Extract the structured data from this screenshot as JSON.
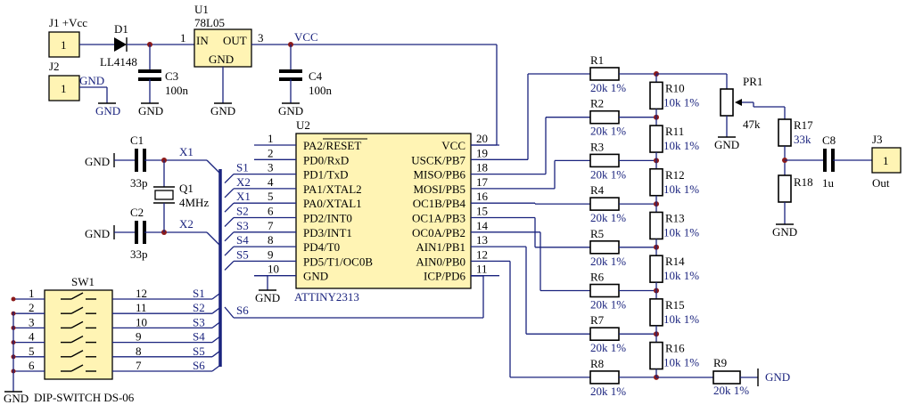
{
  "j1": {
    "ref": "J1 +Vcc",
    "pin": "1"
  },
  "j2": {
    "ref": "J2",
    "pin": "1",
    "net": "GND"
  },
  "d1": {
    "ref": "D1",
    "value": "LL4148"
  },
  "u1": {
    "ref": "U1",
    "value": "78L05",
    "in": "IN",
    "out": "OUT",
    "gnd": "GND",
    "pin_in": "1",
    "pin_out": "3"
  },
  "vcc_label": "VCC",
  "c3": {
    "ref": "C3",
    "value": "100n"
  },
  "c4": {
    "ref": "C4",
    "value": "100n"
  },
  "gnd": "GND",
  "u2": {
    "ref": "U2",
    "value": "ATTINY2313",
    "left_pins": [
      {
        "num": "1",
        "name": "PA2/RESET",
        "net": ""
      },
      {
        "num": "2",
        "name": "PD0/RxD",
        "net": ""
      },
      {
        "num": "3",
        "name": "PD1/TxD",
        "net": "S1"
      },
      {
        "num": "4",
        "name": "PA1/XTAL2",
        "net": "X2"
      },
      {
        "num": "5",
        "name": "PA0/XTAL1",
        "net": "X1"
      },
      {
        "num": "6",
        "name": "PD2/INT0",
        "net": "S2"
      },
      {
        "num": "7",
        "name": "PD3/INT1",
        "net": "S3"
      },
      {
        "num": "8",
        "name": "PD4/T0",
        "net": "S4"
      },
      {
        "num": "9",
        "name": "PD5/T1/OC0B",
        "net": "S5"
      },
      {
        "num": "10",
        "name": "GND",
        "net": ""
      }
    ],
    "right_pins": [
      {
        "num": "20",
        "name": "VCC"
      },
      {
        "num": "19",
        "name": "USCK/PB7"
      },
      {
        "num": "18",
        "name": "MISO/PB6"
      },
      {
        "num": "17",
        "name": "MOSI/PB5"
      },
      {
        "num": "16",
        "name": "OC1B/PB4"
      },
      {
        "num": "15",
        "name": "OC1A/PB3"
      },
      {
        "num": "14",
        "name": "OC0A/PB2"
      },
      {
        "num": "13",
        "name": "AIN1/PB1"
      },
      {
        "num": "12",
        "name": "AIN0/PB0"
      },
      {
        "num": "11",
        "name": "ICP/PD6"
      }
    ]
  },
  "c1": {
    "ref": "C1",
    "value": "33p"
  },
  "c2": {
    "ref": "C2",
    "value": "33p"
  },
  "q1": {
    "ref": "Q1",
    "value": "4MHz"
  },
  "x1_label": "X1",
  "x2_label": "X2",
  "sw1": {
    "ref": "SW1",
    "value": "DIP-SWITCH DS-06",
    "left_pins": [
      "1",
      "2",
      "3",
      "4",
      "5",
      "6"
    ],
    "right_pins": [
      "12",
      "11",
      "10",
      "9",
      "8",
      "7"
    ],
    "nets": [
      "S1",
      "S2",
      "S3",
      "S4",
      "S5",
      "S6"
    ]
  },
  "s6_label": "S6",
  "ladder_r": [
    {
      "ref": "R1",
      "value": "20k 1%"
    },
    {
      "ref": "R2",
      "value": "20k 1%"
    },
    {
      "ref": "R3",
      "value": "20k 1%"
    },
    {
      "ref": "R4",
      "value": "20k 1%"
    },
    {
      "ref": "R5",
      "value": "20k 1%"
    },
    {
      "ref": "R6",
      "value": "20k 1%"
    },
    {
      "ref": "R7",
      "value": "20k 1%"
    },
    {
      "ref": "R8",
      "value": "20k 1%"
    }
  ],
  "ladder_v": [
    {
      "ref": "R10",
      "value": "10k 1%"
    },
    {
      "ref": "R11",
      "value": "10k 1%"
    },
    {
      "ref": "R12",
      "value": "10k 1%"
    },
    {
      "ref": "R13",
      "value": "10k 1%"
    },
    {
      "ref": "R14",
      "value": "10k 1%"
    },
    {
      "ref": "R15",
      "value": "10k 1%"
    },
    {
      "ref": "R16",
      "value": "10k 1%"
    }
  ],
  "r9": {
    "ref": "R9",
    "value": "20k 1%"
  },
  "pr1": {
    "ref": "PR1",
    "value": "47k"
  },
  "r17": {
    "ref": "R17",
    "value": "33k"
  },
  "r18": {
    "ref": "R18"
  },
  "c8": {
    "ref": "C8",
    "value": "1u"
  },
  "j3": {
    "ref": "J3",
    "pin": "1",
    "label": "Out"
  }
}
